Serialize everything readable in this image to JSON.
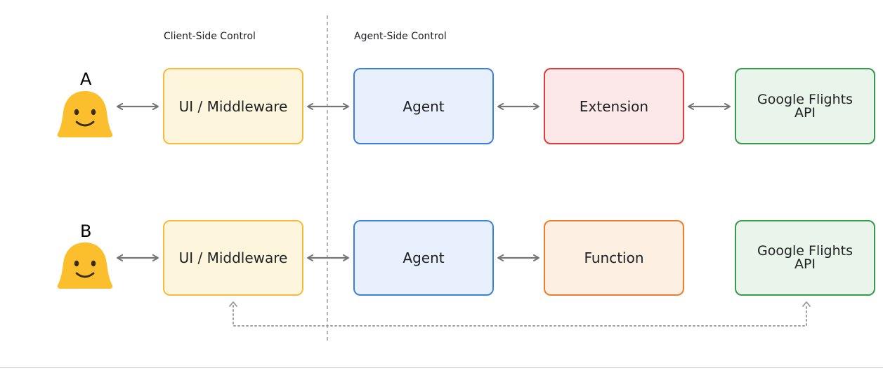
{
  "sections": {
    "client_side": "Client-Side Control",
    "agent_side": "Agent-Side Control"
  },
  "row_a": {
    "label": "A",
    "middleware": "UI / Middleware",
    "agent": "Agent",
    "tool": "Extension",
    "api": "Google Flights API"
  },
  "row_b": {
    "label": "B",
    "middleware": "UI / Middleware",
    "agent": "Agent",
    "tool": "Function",
    "api": "Google Flights API"
  },
  "colors": {
    "middleware_fill": "#fdf6dd",
    "middleware_border": "#f6bb3a",
    "agent_fill": "#e8f0fd",
    "agent_border": "#3d7fe0",
    "extension_fill": "#fce8e8",
    "extension_border": "#e03c3c",
    "function_fill": "#fdefe2",
    "function_border": "#ef7e2b",
    "api_fill": "#e9f5eb",
    "api_border": "#3a9a4c",
    "arrow": "#757575",
    "divider": "#9e9e9e",
    "smiley": "#fbbf2d"
  },
  "icons": {
    "user_a": "smiley-face-icon",
    "user_b": "smiley-face-icon"
  }
}
